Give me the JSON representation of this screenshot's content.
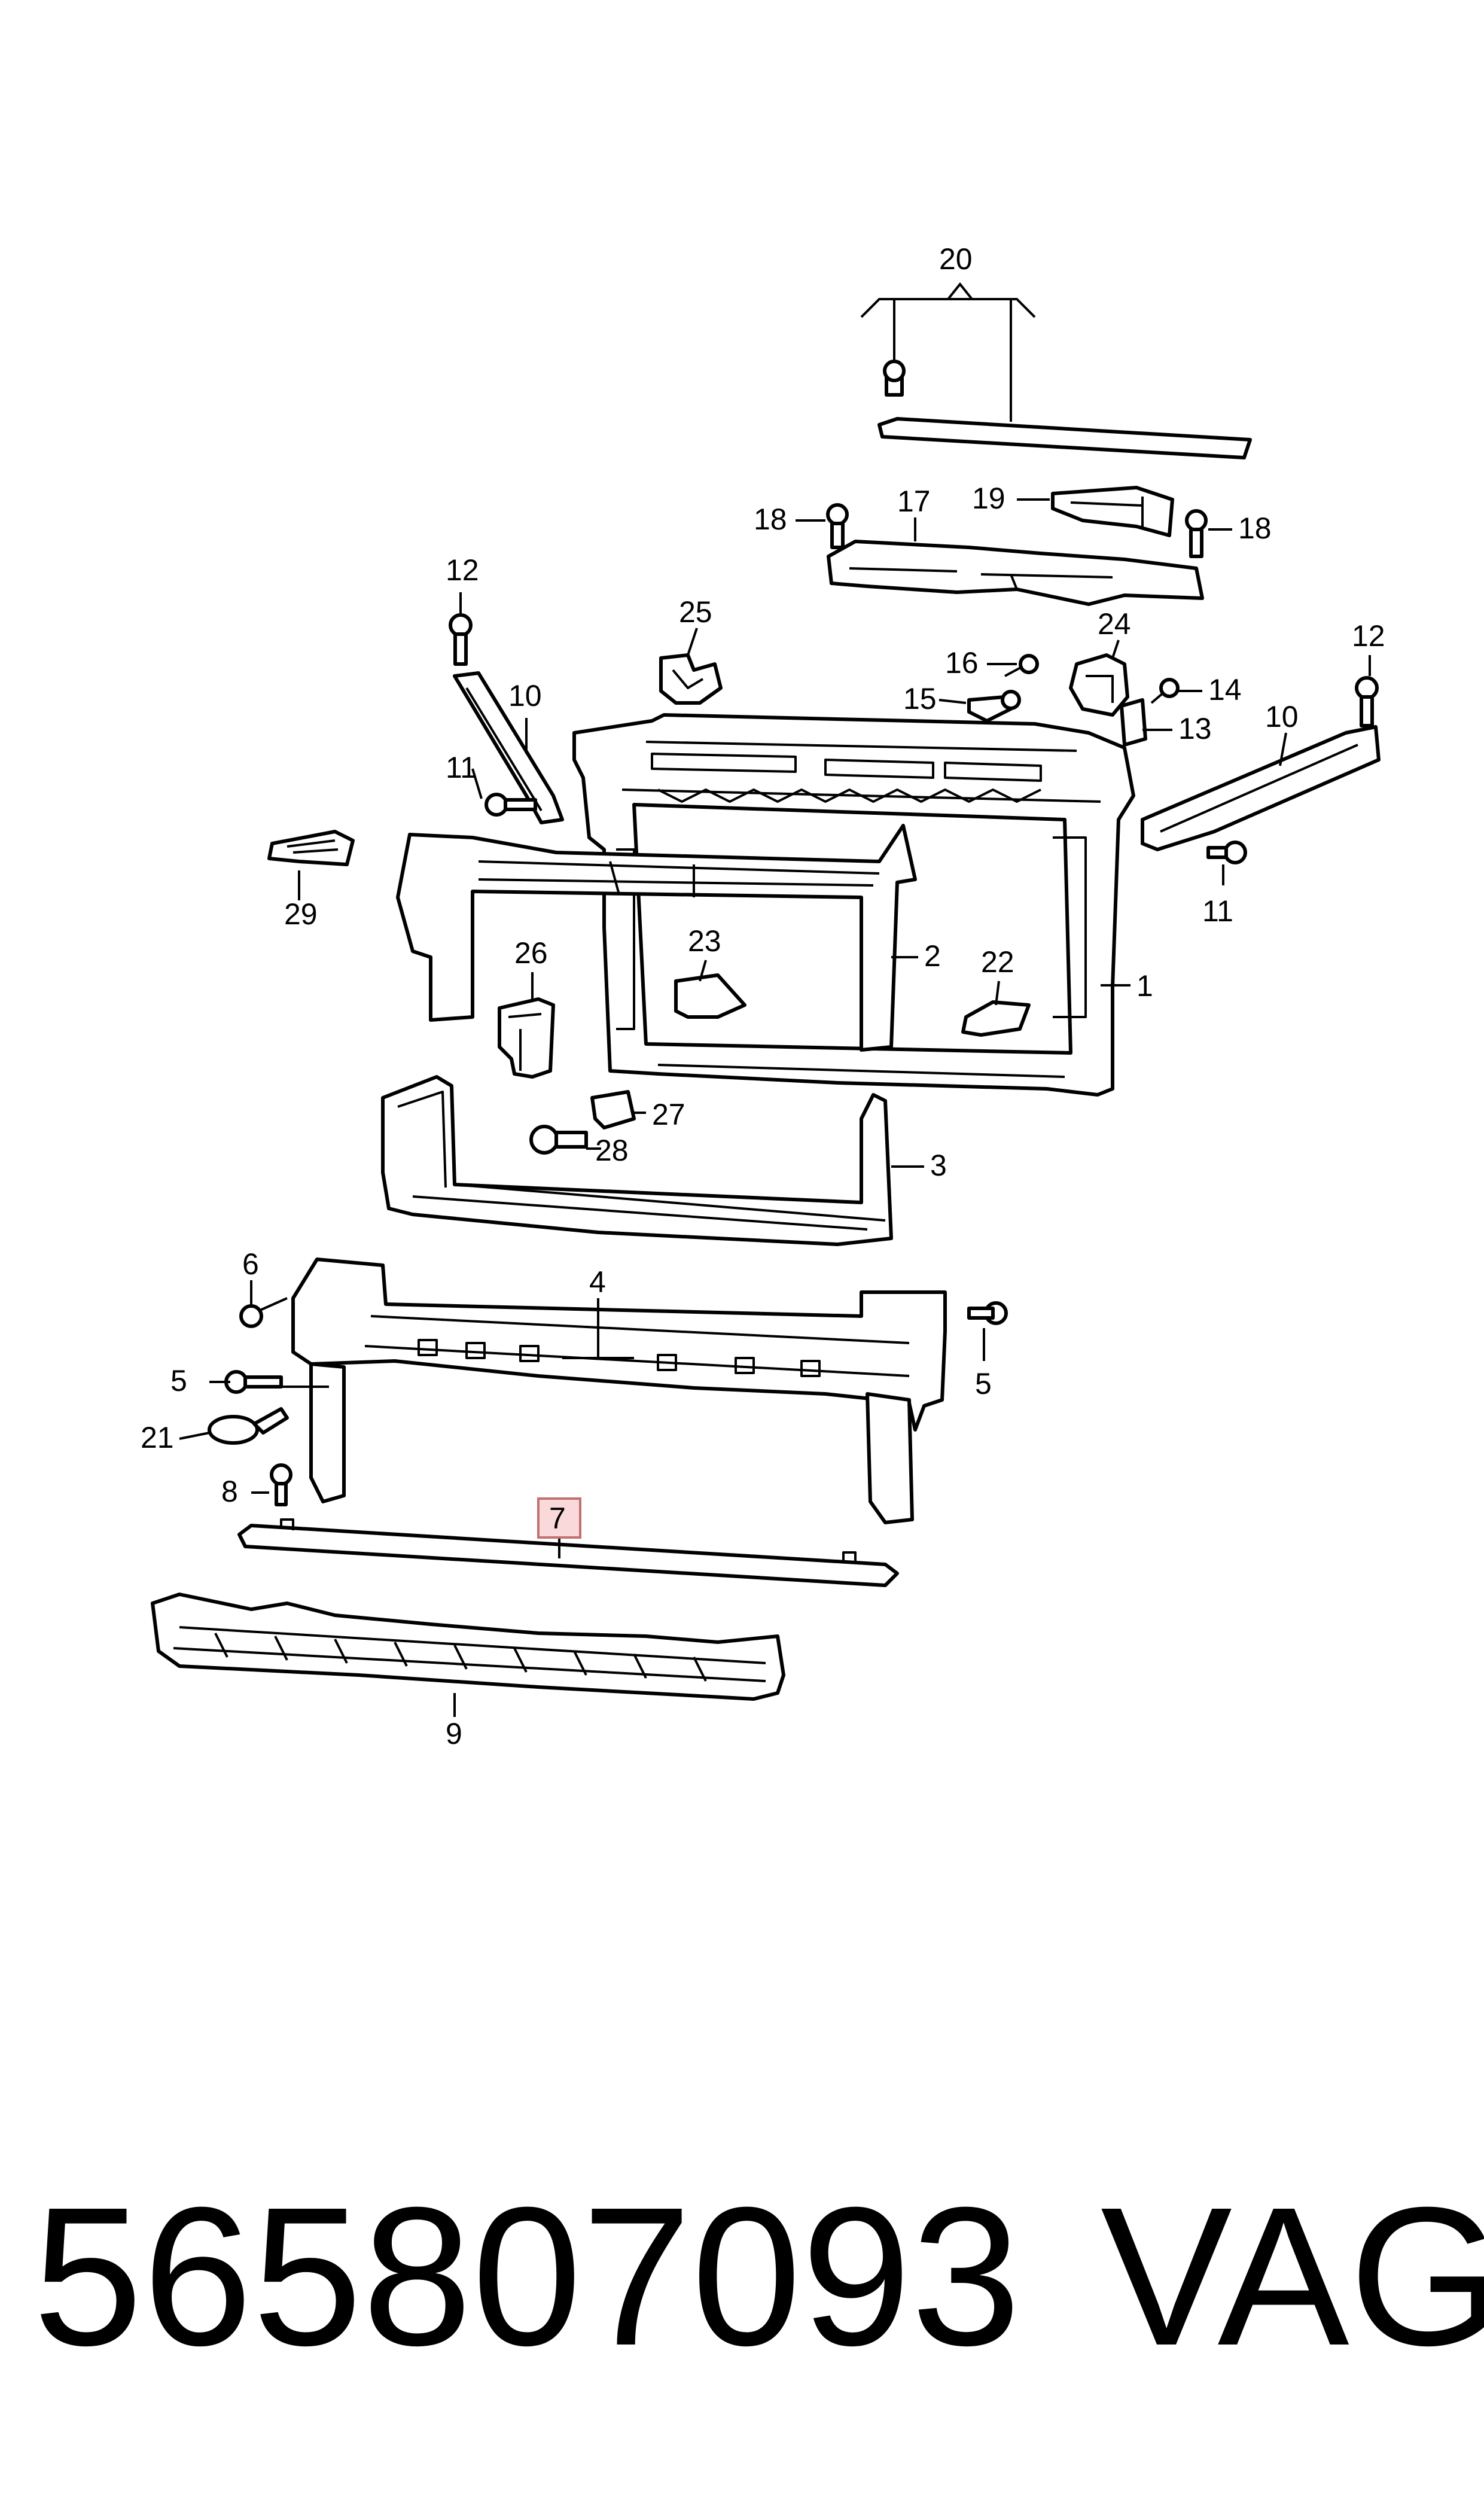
{
  "callouts": {
    "c1": "1",
    "c2": "2",
    "c3": "3",
    "c4": "4",
    "c5a": "5",
    "c5b": "5",
    "c6": "6",
    "c7": "7",
    "c8": "8",
    "c9": "9",
    "c10a": "10",
    "c10b": "10",
    "c11a": "11",
    "c11b": "11",
    "c12a": "12",
    "c12b": "12",
    "c13": "13",
    "c14": "14",
    "c15": "15",
    "c16": "16",
    "c17": "17",
    "c18a": "18",
    "c18b": "18",
    "c19": "19",
    "c20": "20",
    "c21": "21",
    "c22": "22",
    "c23": "23",
    "c24": "24",
    "c25": "25",
    "c26": "26",
    "c27": "27",
    "c28": "28",
    "c29": "29"
  },
  "highlighted_callout": "7",
  "highlight_color": "#f9d9d9",
  "footer": {
    "part_number": "565807093",
    "brand": "VAG"
  }
}
